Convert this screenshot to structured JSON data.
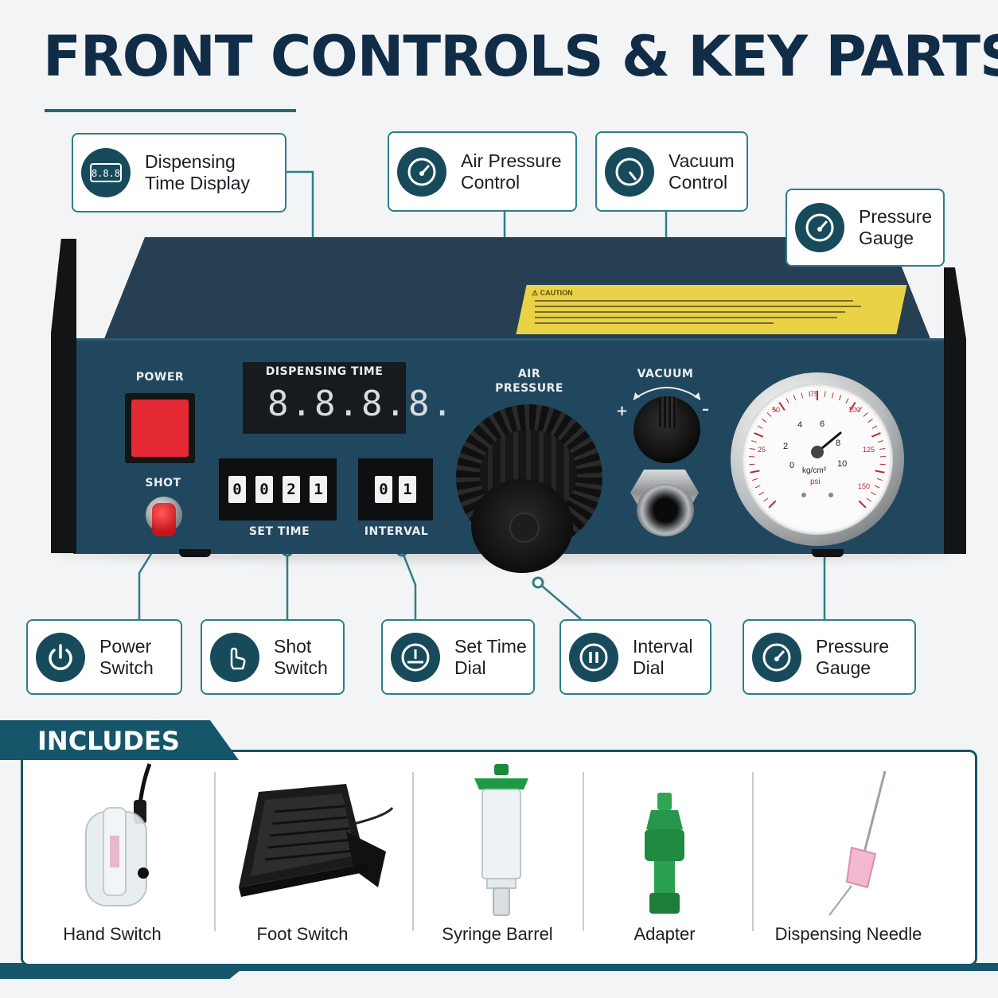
{
  "title": "FRONT CONTROLS & KEY PARTS",
  "callouts": {
    "display": {
      "line1": "Dispensing",
      "line2": "Time Display",
      "icon": "digital-display-icon"
    },
    "air": {
      "line1": "Air Pressure",
      "line2": "Control",
      "icon": "gauge-icon"
    },
    "vacuum": {
      "line1": "Vacuum",
      "line2": "Control",
      "icon": "dial-icon"
    },
    "gauge_top": {
      "line1": "Pressure",
      "line2": "Gauge",
      "icon": "gauge-icon"
    },
    "power": {
      "line1": "Power",
      "line2": "Switch",
      "icon": "power-icon"
    },
    "shot": {
      "line1": "Shot",
      "line2": "Switch",
      "icon": "hand-pointer-icon"
    },
    "settime": {
      "line1": "Set Time",
      "line2": "Dial",
      "icon": "timer-dial-icon"
    },
    "interval": {
      "line1": "Interval",
      "line2": "Dial",
      "icon": "pause-icon"
    },
    "gauge_bottom": {
      "line1": "Pressure",
      "line2": "Gauge",
      "icon": "gauge-icon"
    }
  },
  "panel": {
    "power_label": "POWER",
    "shot_label": "SHOT",
    "display_label": "DISPENSING TIME",
    "display_value": "8.8.8.8.",
    "set_time_label": "SET TIME",
    "set_time_digits": [
      "0",
      "0",
      "2",
      "1"
    ],
    "interval_label": "INTERVAL",
    "interval_digits": [
      "0",
      "1"
    ],
    "air_label_1": "AIR",
    "air_label_2": "PRESSURE",
    "vacuum_label": "VACUUM",
    "vacuum_plus": "+",
    "vacuum_minus": "–",
    "caution_title": "⚠ CAUTION",
    "gauge_unit_1": "kg/cm²",
    "gauge_unit_2": "psi",
    "gauge_inner_ticks": [
      "0",
      "2",
      "4",
      "6",
      "8",
      "10"
    ],
    "gauge_outer_ticks": [
      "25",
      "50",
      "75",
      "100",
      "125",
      "150"
    ]
  },
  "includes": {
    "heading": "INCLUDES",
    "items": [
      "Hand Switch",
      "Foot Switch",
      "Syringe Barrel",
      "Adapter",
      "Dispensing Needle"
    ]
  },
  "colors": {
    "navy": "#112c47",
    "teal": "#16566a",
    "accent": "#2c7f89",
    "panel": "#21475e",
    "red": "#e62a35"
  }
}
